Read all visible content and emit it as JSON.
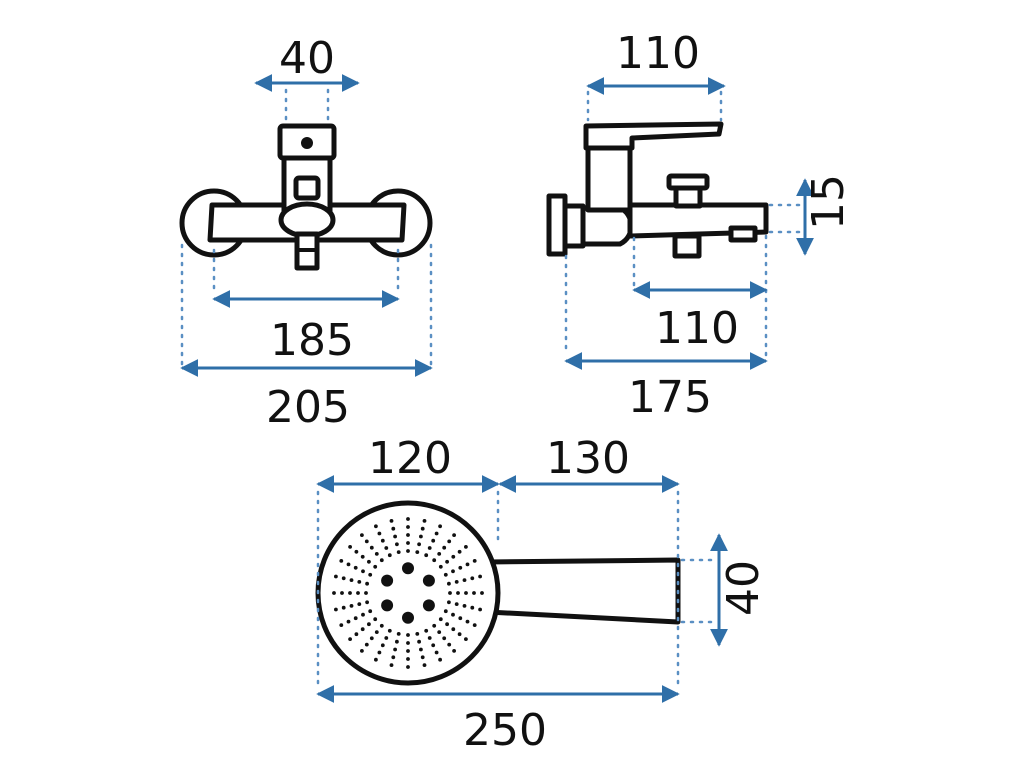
{
  "colors": {
    "dimension": "#2f6fa8",
    "extension": "#5a8fc3",
    "outline": "#111111",
    "background": "#ffffff"
  },
  "front_view": {
    "lever_width": "40",
    "inner_spacing": "185",
    "overall_width": "205"
  },
  "side_view": {
    "lever_length": "110",
    "spout_height": "15",
    "spout_length": "110",
    "overall_depth": "175"
  },
  "hand_shower": {
    "head_diameter": "120",
    "handle_length": "130",
    "handle_width": "40",
    "overall_length": "250"
  }
}
